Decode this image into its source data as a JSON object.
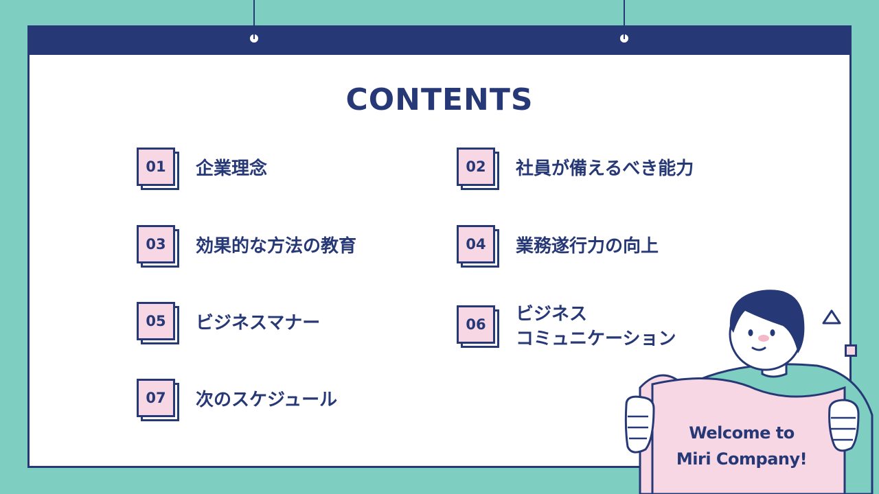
{
  "title": "CONTENTS",
  "items": [
    {
      "number": "01",
      "label": "企業理念"
    },
    {
      "number": "02",
      "label": "社員が備えるべき能力"
    },
    {
      "number": "03",
      "label": "効果的な方法の教育"
    },
    {
      "number": "04",
      "label": "業務遂行力の向上"
    },
    {
      "number": "05",
      "label": "ビジネスマナー"
    },
    {
      "number": "06",
      "label": "ビジネス\nコミュニケーション"
    },
    {
      "number": "07",
      "label": "次のスケジュール"
    }
  ],
  "banner": {
    "text": "Welcome to\nMiri Company!"
  },
  "colors": {
    "navy": "#263876",
    "teal": "#7ecfc2",
    "pink": "#f7d7e4",
    "white": "#ffffff"
  }
}
